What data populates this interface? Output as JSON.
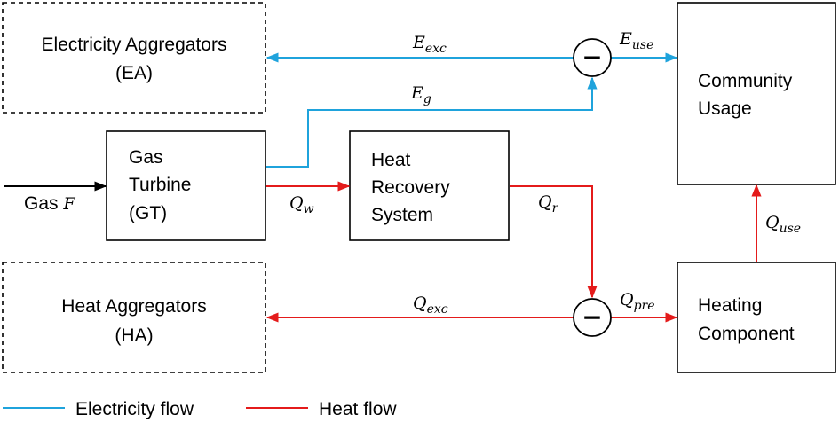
{
  "colors": {
    "electricity": "#1fa3dc",
    "heat": "#e41b1b",
    "box": "#000000"
  },
  "nodes": {
    "ea": {
      "line1": "Electricity Aggregators",
      "line2": "(EA)"
    },
    "ha": {
      "line1": "Heat Aggregators",
      "line2": "(HA)"
    },
    "gt": {
      "line1": "Gas",
      "line2": "Turbine",
      "line3": "(GT)"
    },
    "hrs": {
      "line1": "Heat",
      "line2": "Recovery",
      "line3": "System"
    },
    "cu": {
      "line1": "Community",
      "line2": "Usage"
    },
    "hc": {
      "line1": "Heating",
      "line2": "Component"
    },
    "minus_top": {
      "symbol": "−"
    },
    "minus_bottom": {
      "symbol": "−"
    }
  },
  "flows": {
    "gas_input": {
      "text": "Gas ",
      "var": "F"
    },
    "e_exc": {
      "base": "E",
      "sub": "exc"
    },
    "e_use": {
      "base": "E",
      "sub": "use"
    },
    "e_g": {
      "base": "E",
      "sub": "g"
    },
    "q_w": {
      "base": "Q",
      "sub": "w"
    },
    "q_r": {
      "base": "Q",
      "sub": "r"
    },
    "q_exc": {
      "base": "Q",
      "sub": "exc"
    },
    "q_pre": {
      "base": "Q",
      "sub": "pre"
    },
    "q_use": {
      "base": "Q",
      "sub": "use"
    }
  },
  "legend": {
    "electricity": "Electricity flow",
    "heat": "Heat flow"
  }
}
